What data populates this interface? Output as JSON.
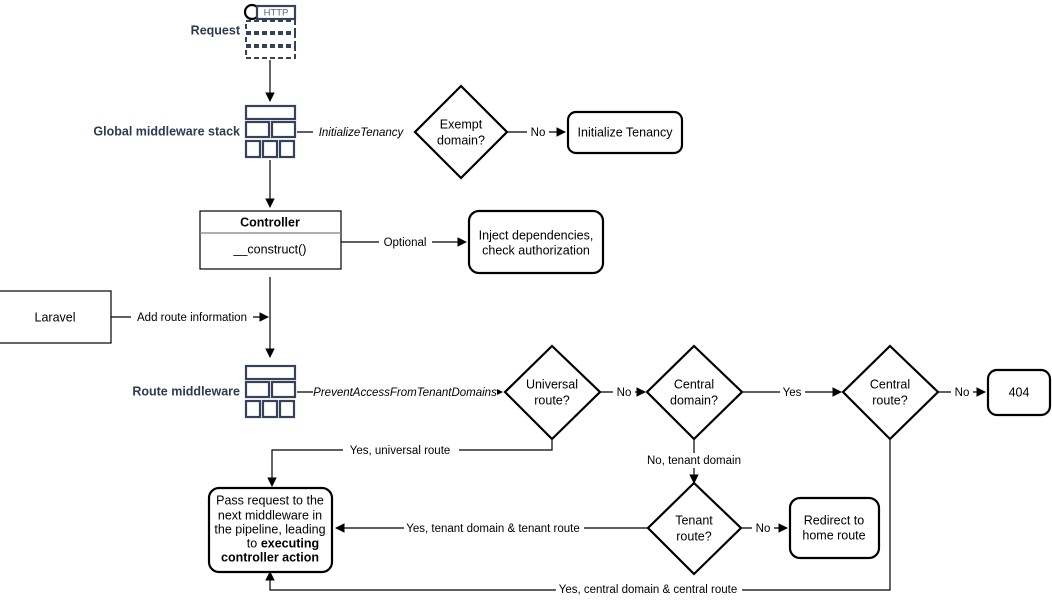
{
  "diagram": {
    "title": "Laravel multi-tenancy request lifecycle flowchart",
    "colors": {
      "line": "#000000",
      "icon_stroke": "#36425a",
      "side_label": "#2d3a50",
      "background": "#ffffff"
    },
    "side_labels": {
      "request": "Request",
      "global_middleware_stack": "Global middleware stack",
      "route_middleware": "Route middleware"
    },
    "icons": {
      "http_request": {
        "name": "http-request-icon",
        "label": "HTTP"
      },
      "middleware_stack_global": "middleware-stack-icon",
      "middleware_stack_route": "middleware-stack-icon"
    },
    "nodes": {
      "exempt_domain": "Exempt\ndomain?",
      "exempt_domain_line1": "Exempt",
      "exempt_domain_line2": "domain?",
      "initialize_tenancy": "Initialize Tenancy",
      "controller_title": "Controller",
      "controller_method": "__construct()",
      "inject_line1": "Inject dependencies,",
      "inject_line2": "check authorization",
      "laravel": "Laravel",
      "universal_route_line1": "Universal",
      "universal_route_line2": "route?",
      "central_domain_line1": "Central",
      "central_domain_line2": "domain?",
      "central_route_line1": "Central",
      "central_route_line2": "route?",
      "not_found": "404",
      "tenant_route_line1": "Tenant",
      "tenant_route_line2": "route?",
      "redirect_line1": "Redirect to",
      "redirect_line2": "home route",
      "pass_request_line1": "Pass request to the",
      "pass_request_line2": "next middleware in",
      "pass_request_line3": "the pipeline, leading",
      "pass_request_line4": "to ",
      "pass_request_bold1": "executing",
      "pass_request_bold2": "controller action"
    },
    "edge_labels": {
      "initialize_tenancy_mw": "InitializeTenancy",
      "exempt_no": "No",
      "optional": "Optional",
      "add_route_information": "Add route information",
      "prevent_access": "PreventAccessFromTenantDomains",
      "universal_no": "No",
      "central_domain_yes": "Yes",
      "central_route_no": "No",
      "no_tenant_domain": "No, tenant domain",
      "tenant_route_no": "No",
      "yes_universal_route": "Yes, universal route",
      "yes_tenant_domain_tenant_route": "Yes, tenant domain & tenant route",
      "yes_central_domain_central_route": "Yes, central domain & central route"
    }
  }
}
